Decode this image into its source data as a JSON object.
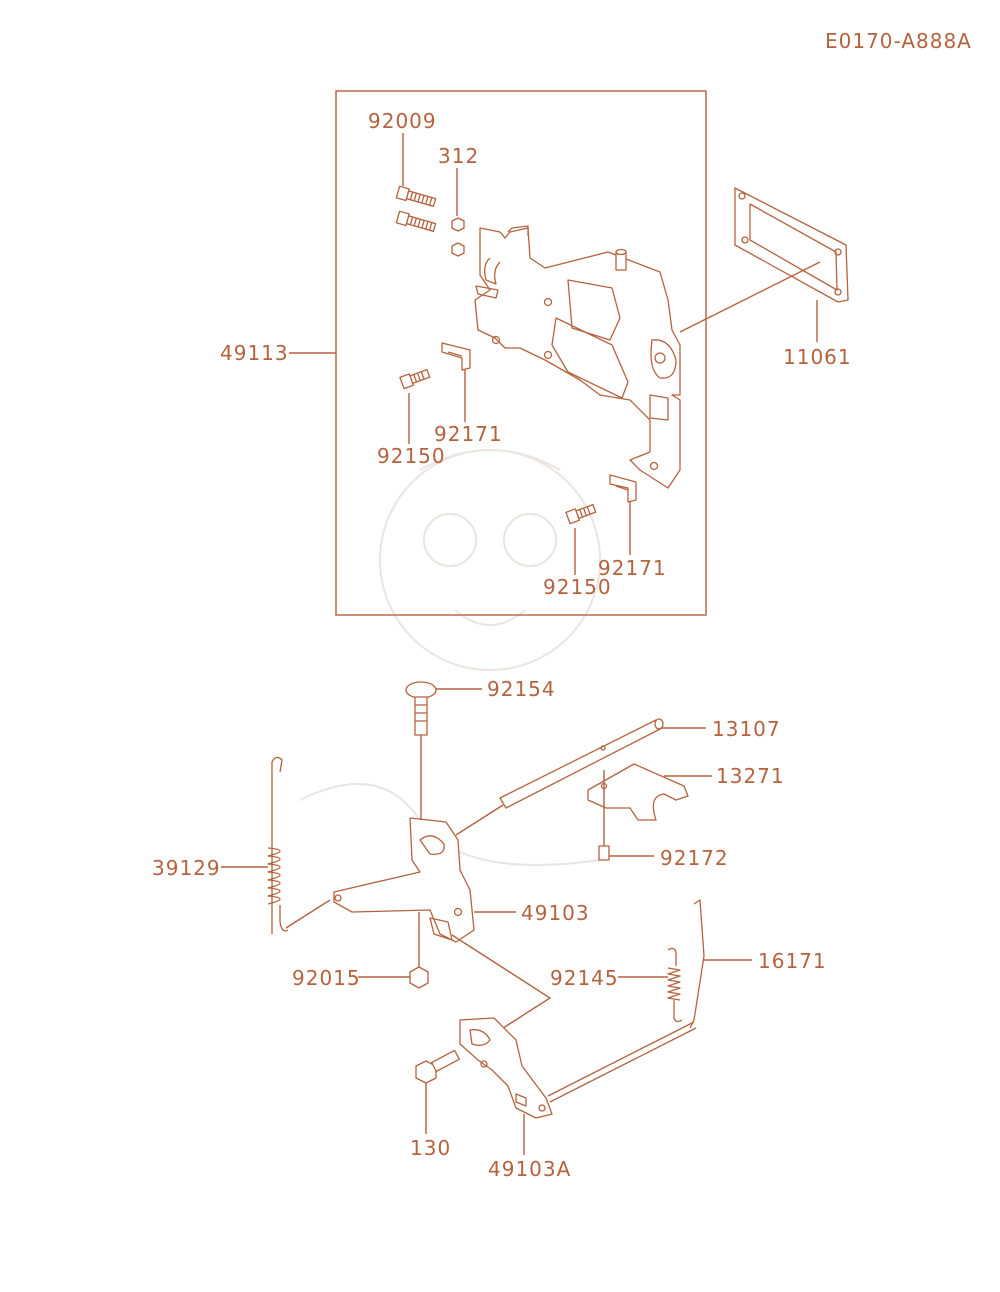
{
  "drawing_code": "E0170-A888A",
  "colors": {
    "line": "#b5623e",
    "background": "#ffffff",
    "watermark": "#ebe4e0"
  },
  "callouts": {
    "p92009": "92009",
    "p312": "312",
    "p49113": "49113",
    "p11061": "11061",
    "p92171_a": "92171",
    "p92150_a": "92150",
    "p92171_b": "92171",
    "p92150_b": "92150",
    "p92154": "92154",
    "p13107": "13107",
    "p13271": "13271",
    "p39129": "39129",
    "p92172": "92172",
    "p49103": "49103",
    "p92015": "92015",
    "p92145": "92145",
    "p16171": "16171",
    "p130": "130",
    "p49103A": "49103A"
  }
}
